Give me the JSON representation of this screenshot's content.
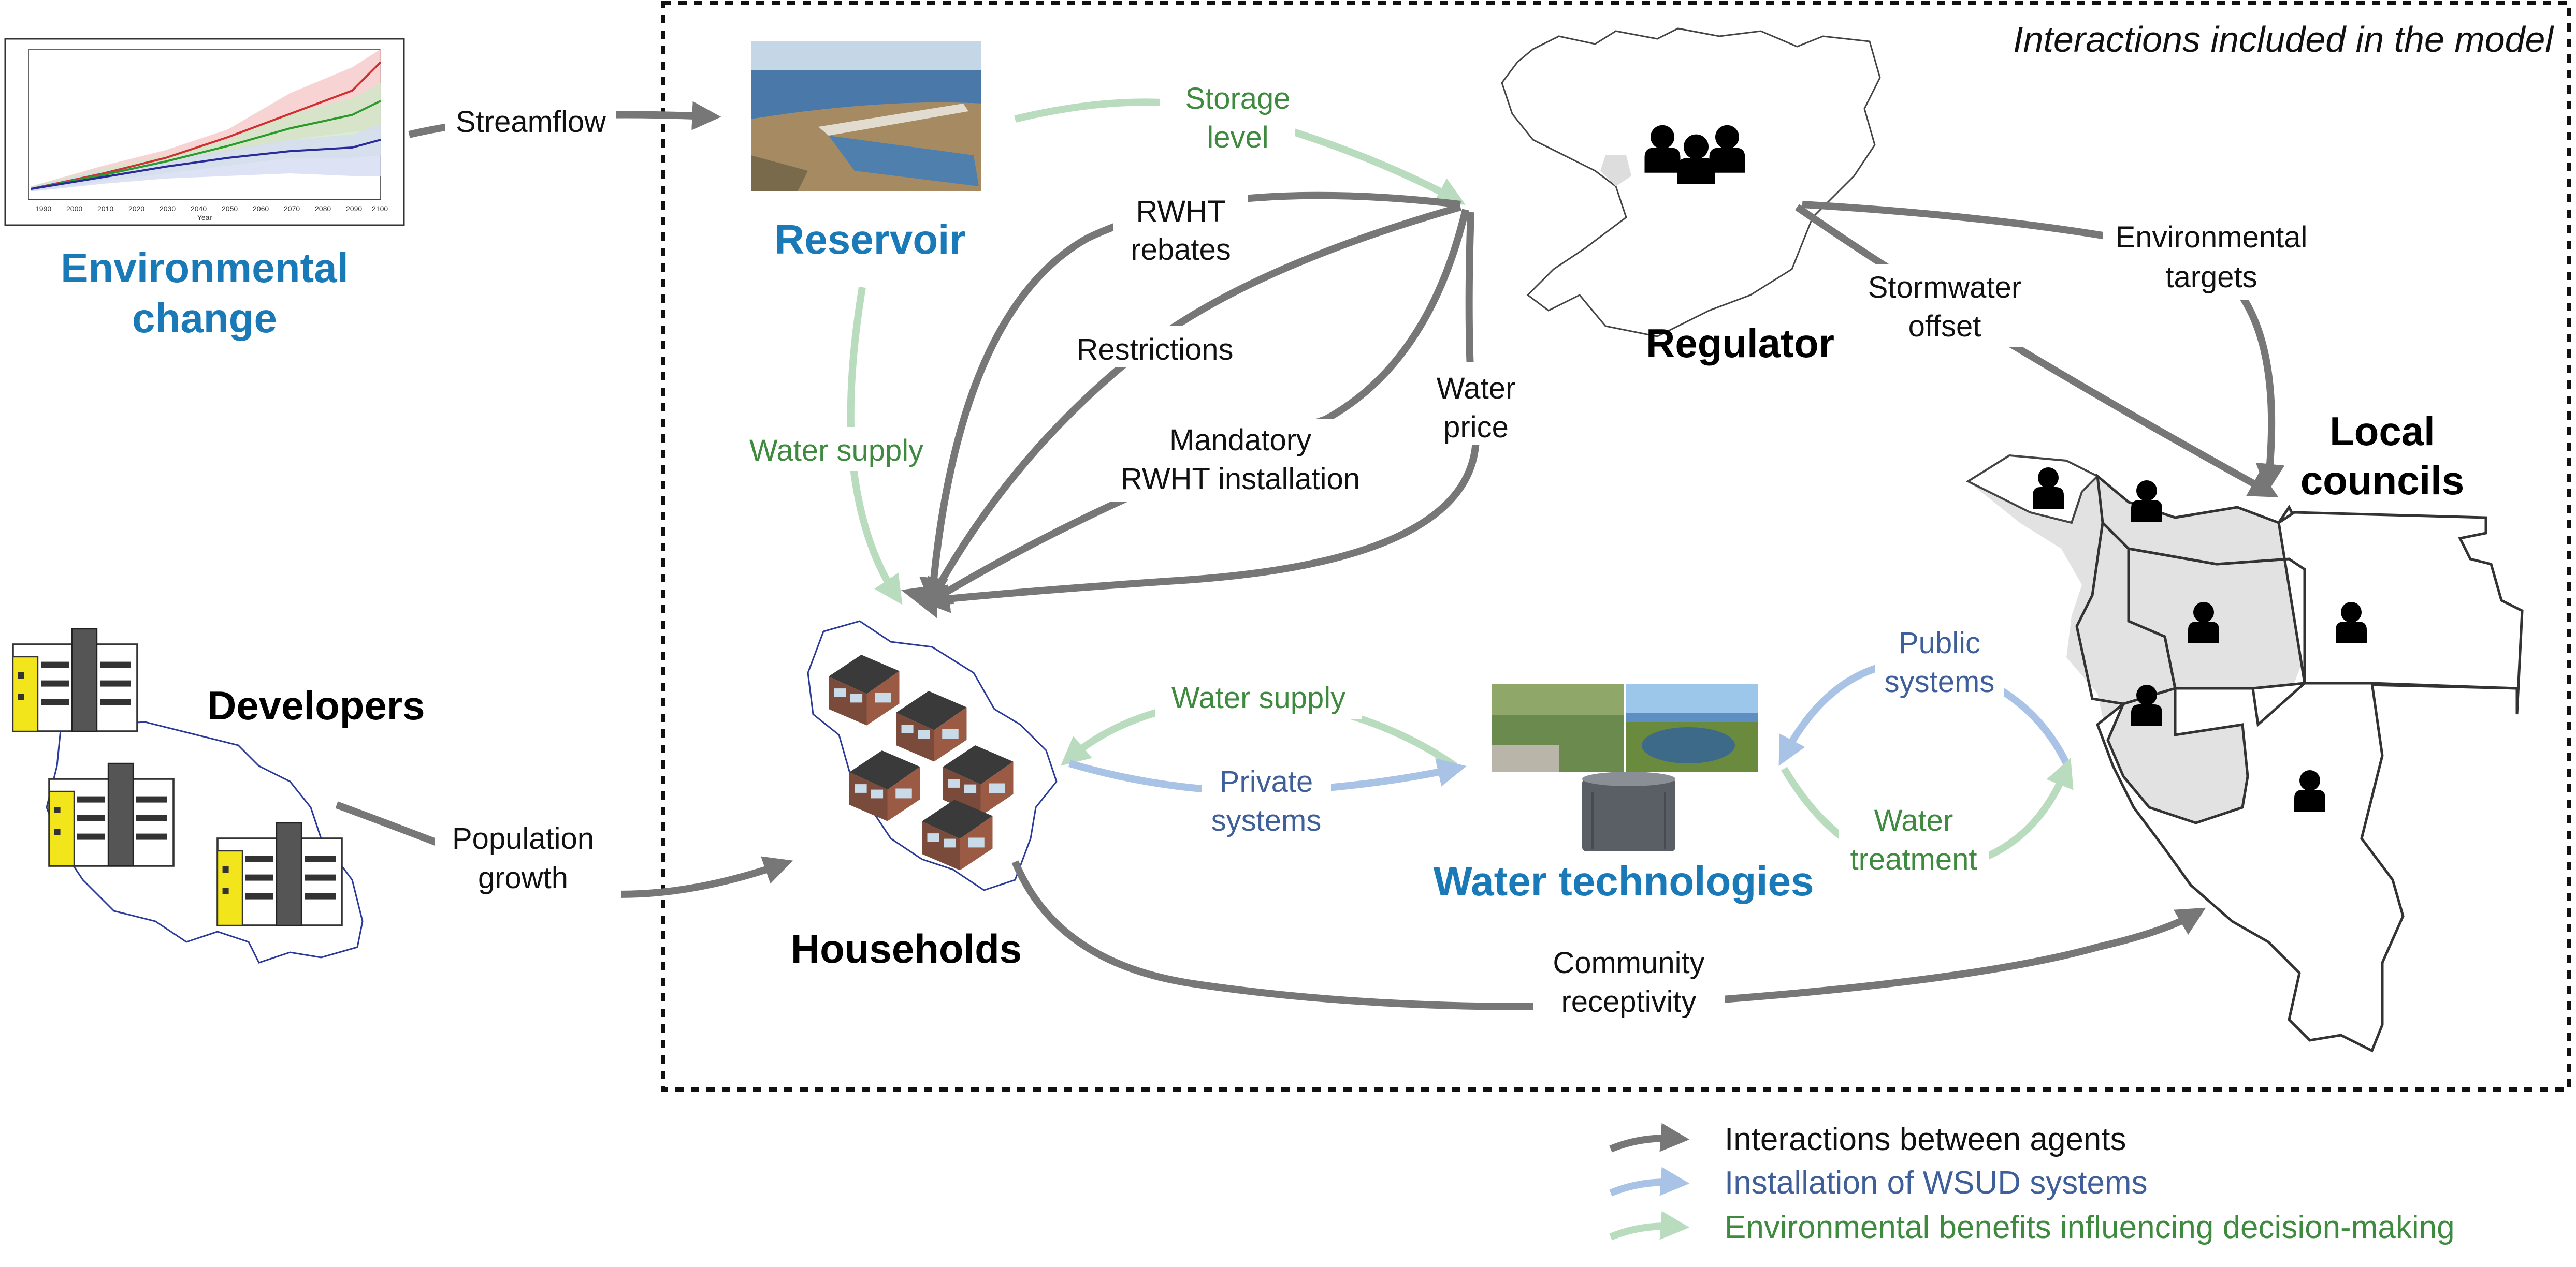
{
  "title": "Interactions included in the model",
  "colors": {
    "agent_arrow": "#777777",
    "wsud_arrow": "#a9c3e6",
    "benefit_arrow": "#b9dcbf",
    "agent_blue_text": "#1a7ab8",
    "green_text": "#3e8a3e",
    "blue_text": "#3f5f9a"
  },
  "agents": {
    "environmental_change": [
      "Environmental",
      "change"
    ],
    "reservoir": "Reservoir",
    "regulator": "Regulator",
    "developers": "Developers",
    "households": "Households",
    "local_councils": [
      "Local",
      "councils"
    ],
    "water_technologies": "Water technologies"
  },
  "labels": {
    "streamflow": "Streamflow",
    "storage_level": [
      "Storage",
      "level"
    ],
    "rwht_rebates": [
      "RWHT",
      "rebates"
    ],
    "restrictions": "Restrictions",
    "mandatory_rwht": [
      "Mandatory",
      "RWHT installation"
    ],
    "water_price": [
      "Water",
      "price"
    ],
    "water_supply_reservoir": "Water supply",
    "stormwater_offset": [
      "Stormwater",
      "offset"
    ],
    "environmental_targets": [
      "Environmental",
      "targets"
    ],
    "population_growth": [
      "Population",
      "growth"
    ],
    "water_supply_tech": "Water supply",
    "private_systems": [
      "Private",
      "systems"
    ],
    "public_systems": [
      "Public",
      "systems"
    ],
    "water_treatment": [
      "Water",
      "treatment"
    ],
    "community_receptivity": [
      "Community",
      "receptivity"
    ]
  },
  "legend": [
    {
      "label": "Interactions between agents",
      "color": "#777777"
    },
    {
      "label": "Installation of WSUD systems",
      "color": "#a9c3e6"
    },
    {
      "label": "Environmental benefits influencing decision-making",
      "color": "#b9dcbf"
    }
  ],
  "chart_inset": {
    "x_ticks": [
      "1990",
      "2000",
      "2010",
      "2020",
      "2030",
      "2040",
      "2050",
      "2060",
      "2070",
      "2080",
      "2090",
      "2100"
    ],
    "x_label": "Year"
  },
  "icons": {
    "person_group": "people-group-icon",
    "person": "person-icon"
  }
}
